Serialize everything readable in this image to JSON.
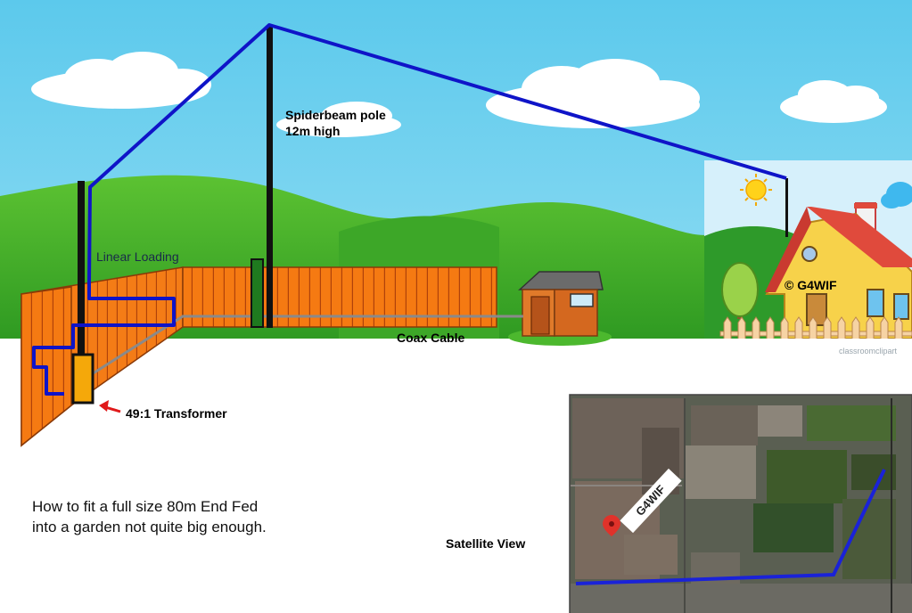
{
  "labels": {
    "pole_line1": "Spiderbeam pole",
    "pole_line2": "12m high",
    "linear_loading": "Linear Loading",
    "coax_cable": "Coax Cable",
    "transformer": "49:1 Transformer",
    "copyright": "© G4WIF",
    "satellite_view": "Satellite View",
    "callsign_tag": "G4WIF",
    "clipart_credit": "classroomclipart"
  },
  "caption": {
    "line1": "How to fit a full size 80m End Fed",
    "line2": "into a garden not quite big enough."
  },
  "colors": {
    "sky": "#6bd0ee",
    "antenna_wire": "#0f14c8",
    "fence": "#f57a12",
    "coax": "#8a8a8a",
    "transformer": "#f5a80a",
    "arrow": "#e0191a",
    "grass": "#4cb82e"
  }
}
